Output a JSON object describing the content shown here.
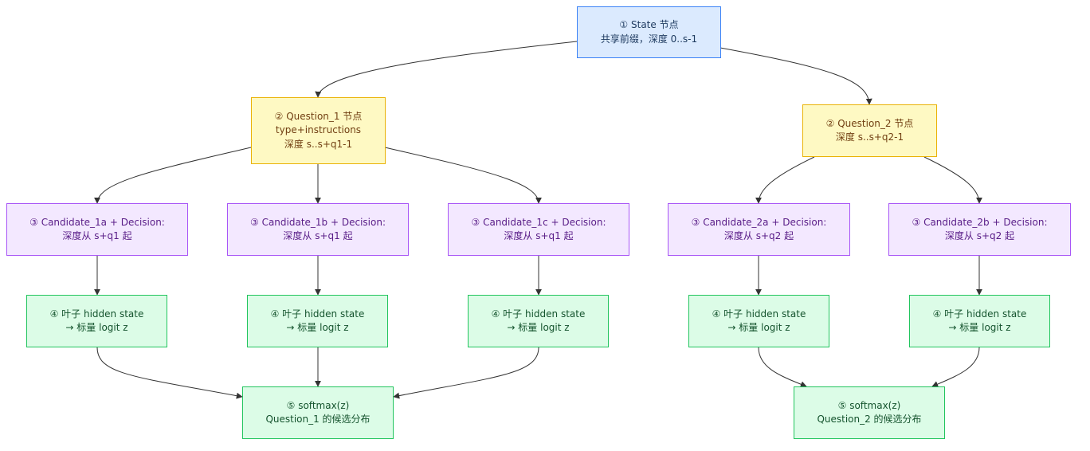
{
  "nodes": {
    "state": {
      "line1": "① State 节点",
      "line2": "共享前缀，深度 0..s-1"
    },
    "q1": {
      "line1": "② Question_1 节点",
      "line2": "type+instructions",
      "line3": "深度 s..s+q1-1"
    },
    "q2": {
      "line1": "② Question_2 节点",
      "line2": "深度 s..s+q2-1"
    },
    "c1a": {
      "line1": "③ Candidate_1a + Decision:",
      "line2": "深度从 s+q1 起"
    },
    "c1b": {
      "line1": "③ Candidate_1b + Decision:",
      "line2": "深度从 s+q1 起"
    },
    "c1c": {
      "line1": "③ Candidate_1c + Decision:",
      "line2": "深度从 s+q1 起"
    },
    "c2a": {
      "line1": "③ Candidate_2a + Decision:",
      "line2": "深度从 s+q2 起"
    },
    "c2b": {
      "line1": "③ Candidate_2b + Decision:",
      "line2": "深度从 s+q2 起"
    },
    "l1a": {
      "line1": "④ 叶子 hidden state",
      "line2": "→ 标量 logit z"
    },
    "l1b": {
      "line1": "④ 叶子 hidden state",
      "line2": "→ 标量 logit z"
    },
    "l1c": {
      "line1": "④ 叶子 hidden state",
      "line2": "→ 标量 logit z"
    },
    "l2a": {
      "line1": "④ 叶子 hidden state",
      "line2": "→ 标量 logit z"
    },
    "l2b": {
      "line1": "④ 叶子 hidden state",
      "line2": "→ 标量 logit z"
    },
    "s1": {
      "line1": "⑤ softmax(z)",
      "line2": "Question_1 的候选分布"
    },
    "s2": {
      "line1": "⑤ softmax(z)",
      "line2": "Question_2 的候选分布"
    }
  },
  "edges": [
    [
      "state",
      "q1"
    ],
    [
      "state",
      "q2"
    ],
    [
      "q1",
      "c1a"
    ],
    [
      "q1",
      "c1b"
    ],
    [
      "q1",
      "c1c"
    ],
    [
      "q2",
      "c2a"
    ],
    [
      "q2",
      "c2b"
    ],
    [
      "c1a",
      "l1a"
    ],
    [
      "c1b",
      "l1b"
    ],
    [
      "c1c",
      "l1c"
    ],
    [
      "c2a",
      "l2a"
    ],
    [
      "c2b",
      "l2b"
    ],
    [
      "l1a",
      "s1"
    ],
    [
      "l1b",
      "s1"
    ],
    [
      "l1c",
      "s1"
    ],
    [
      "l2a",
      "s2"
    ],
    [
      "l2b",
      "s2"
    ]
  ],
  "colors": {
    "state": "#dbeafe",
    "question": "#fef9c3",
    "candidate": "#f3e8ff",
    "leaf": "#dcfce7",
    "edge": "#333333"
  }
}
